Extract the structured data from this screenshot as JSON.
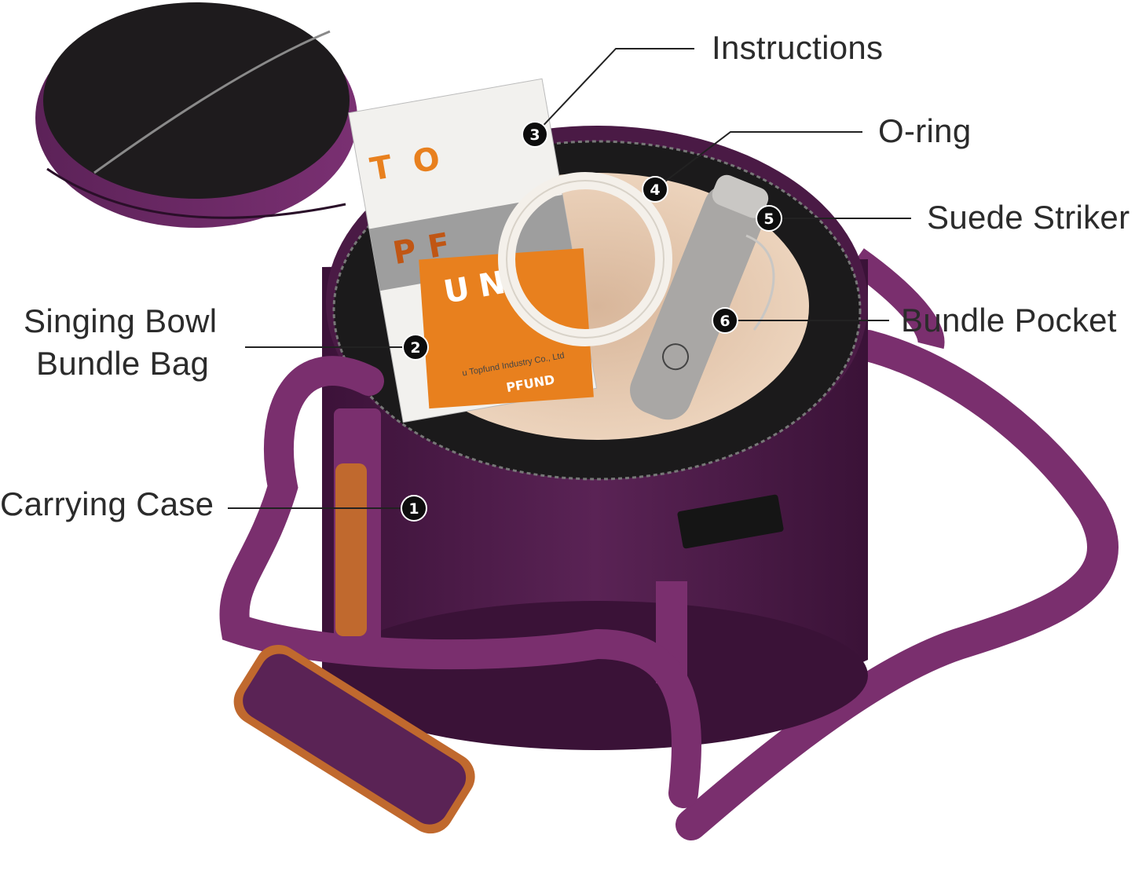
{
  "labels": {
    "instructions": "Instructions",
    "oring": "O-ring",
    "striker": "Suede Striker",
    "bundle_pocket": "Bundle Pocket",
    "bundle_bag_line1": "Singing Bowl",
    "bundle_bag_line2": "Bundle Bag",
    "carrying_case": "Carrying Case"
  },
  "badges": {
    "b1": "1",
    "b2": "2",
    "b3": "3",
    "b4": "4",
    "b5": "5",
    "b6": "6"
  },
  "booklet": {
    "letters": [
      "T",
      "O",
      "P",
      "F",
      "U",
      "N"
    ],
    "footer_text": "u Topfund Industry Co., Ltd",
    "brand": "PFUND"
  },
  "colors": {
    "case_purple": "#4a1a45",
    "strap_purple": "#7a2f6e",
    "lining_cream": "#ead0b8",
    "leather_orange": "#c0692e",
    "label_text": "#2b2b2b"
  }
}
